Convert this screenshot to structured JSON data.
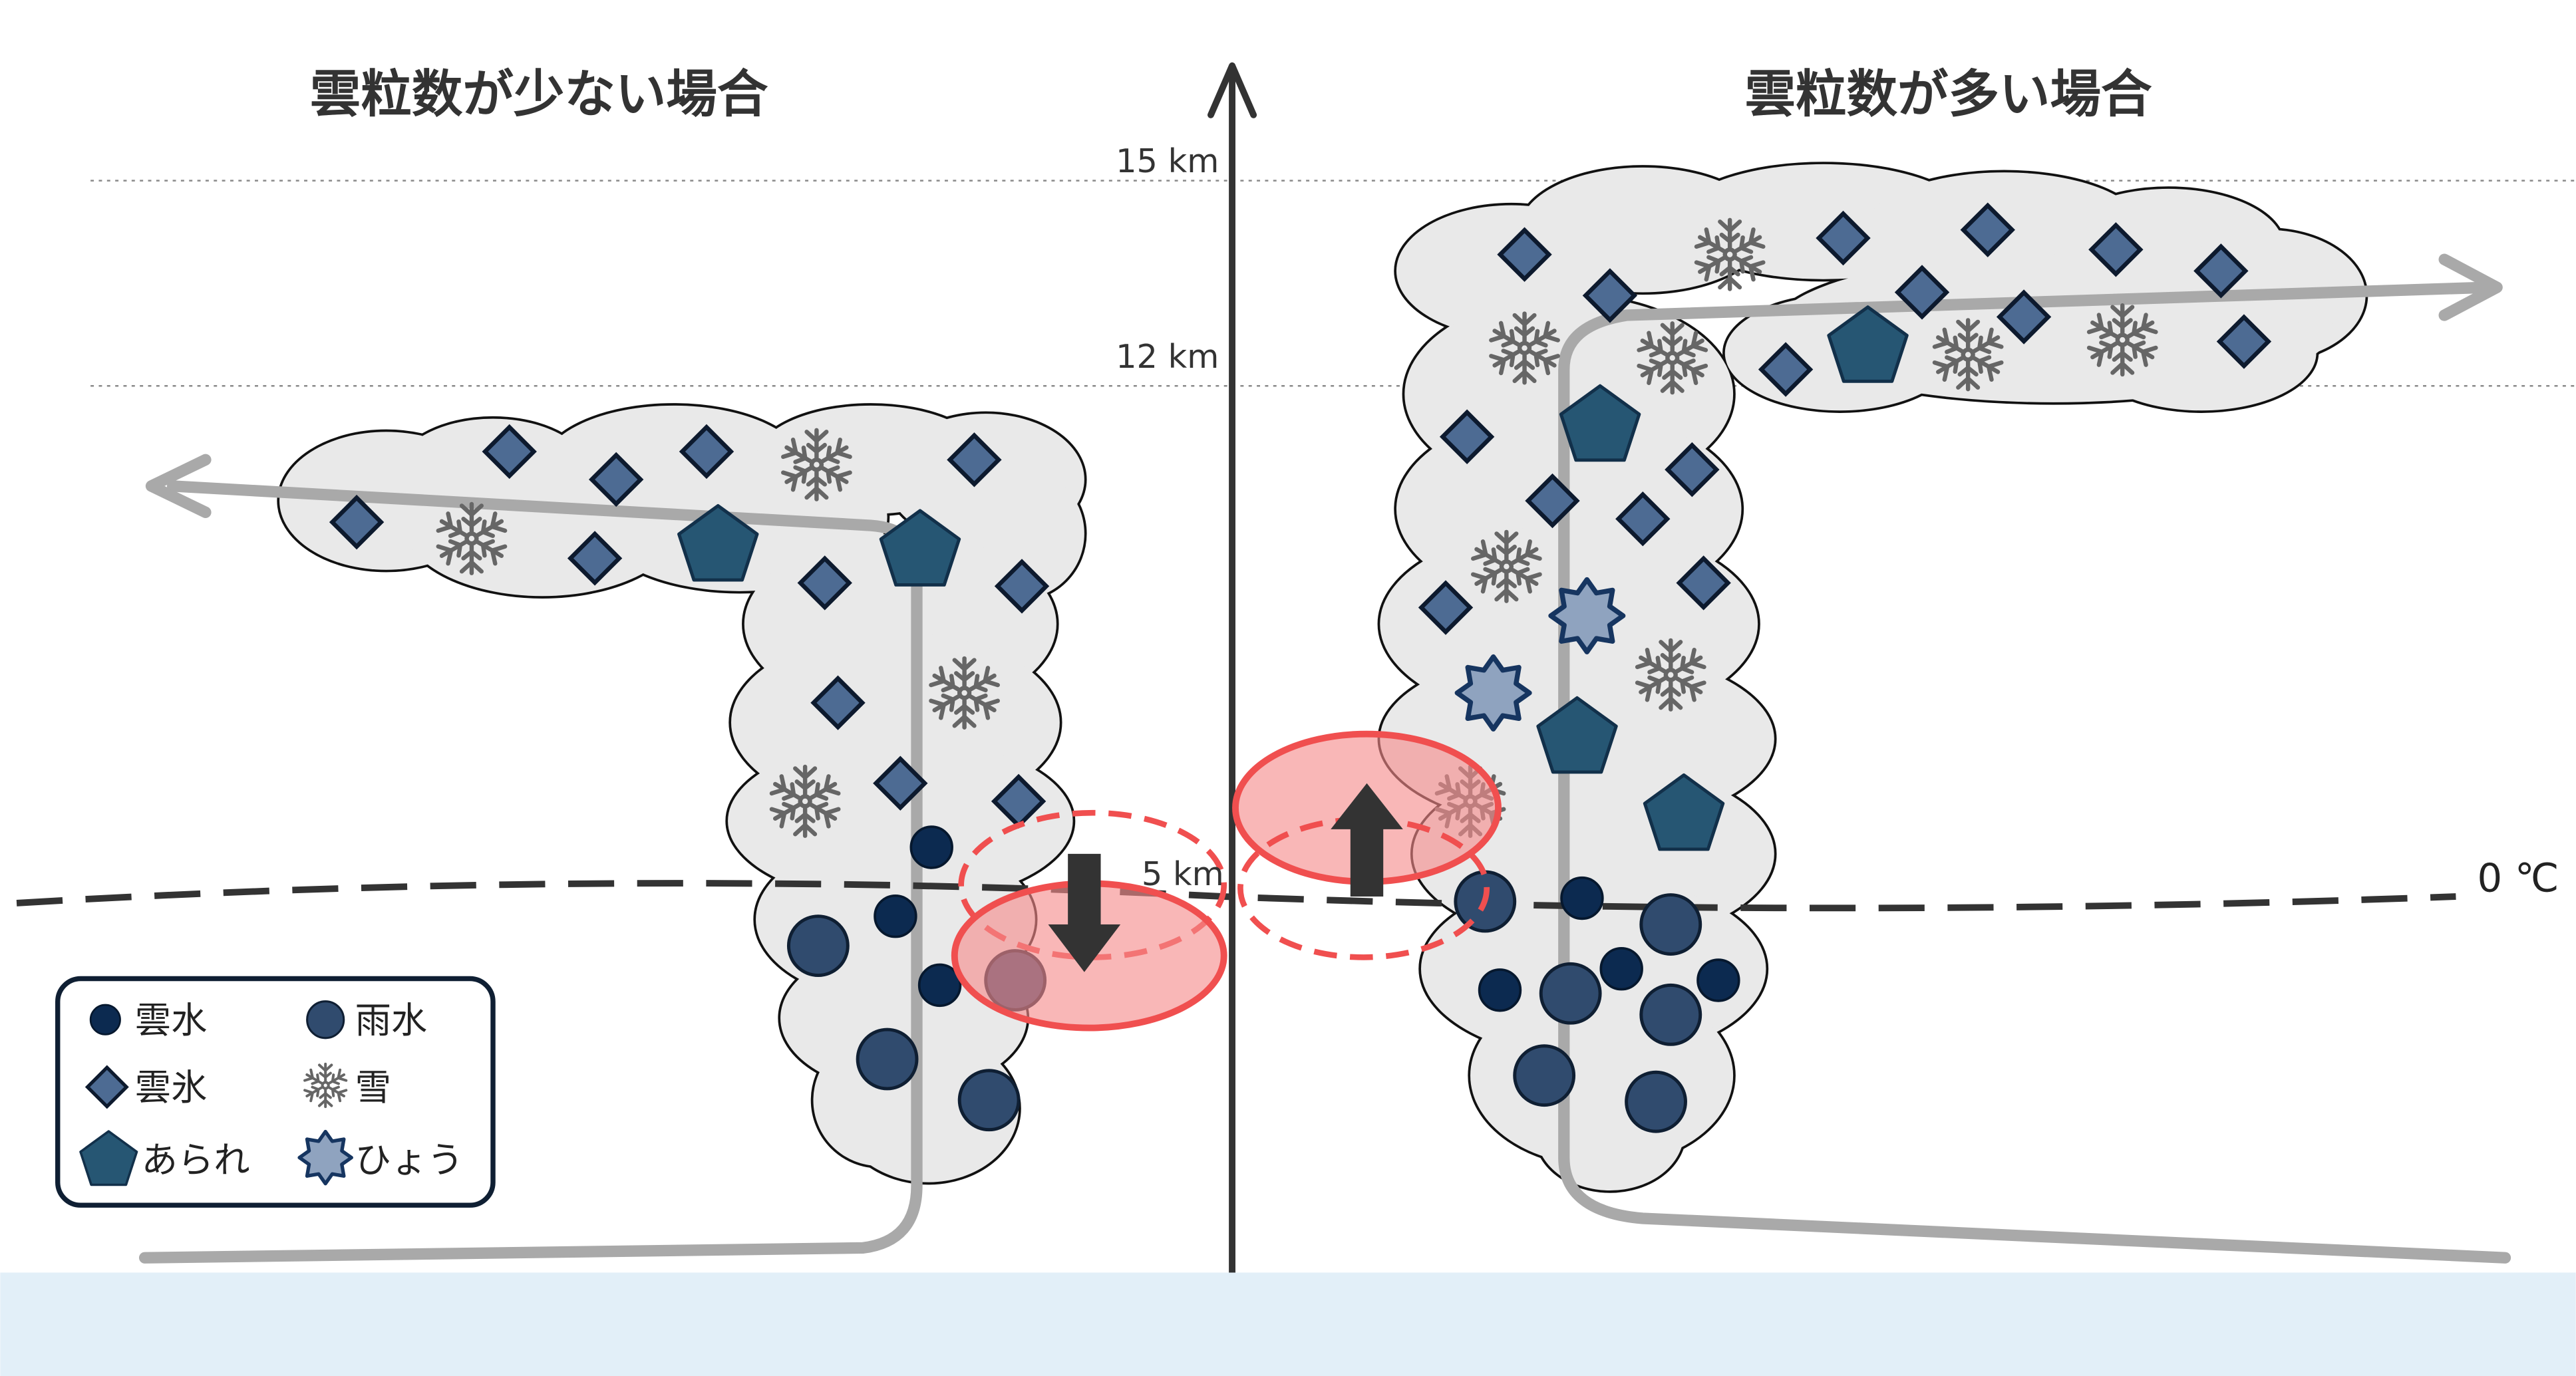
{
  "titles": {
    "few_droplets": "雲粒数が少ない場合",
    "many_droplets": "雲粒数が多い場合"
  },
  "altitude_labels": {
    "km15": "15 km",
    "km12": "12 km",
    "km5": "5 km"
  },
  "freezing_level_label": "0 ℃",
  "legend": {
    "cloud_water": "雲水",
    "rain_water": "雨水",
    "cloud_ice": "雲氷",
    "snow": "雪",
    "graupel": "あられ",
    "hail": "ひょう"
  },
  "icons": {
    "cloud_water": "small-circle-icon",
    "rain_water": "large-circle-icon",
    "cloud_ice": "diamond-icon",
    "snow": "snowflake-icon",
    "graupel": "pentagon-icon",
    "hail": "eight-point-star-icon"
  },
  "colors": {
    "cloud_fill": "#e9e9e9",
    "cloud_water": "#0c2a50",
    "rain_water": "#304b6e",
    "cloud_ice": "#4d6b93",
    "snow": "#666666",
    "graupel": "#265673",
    "hail": "#8fa3bf",
    "flow": "#a9a9a9",
    "region_stroke": "#f04f4f",
    "region_fill": "#f58a8a",
    "bottom_band": "#e2eff8"
  }
}
